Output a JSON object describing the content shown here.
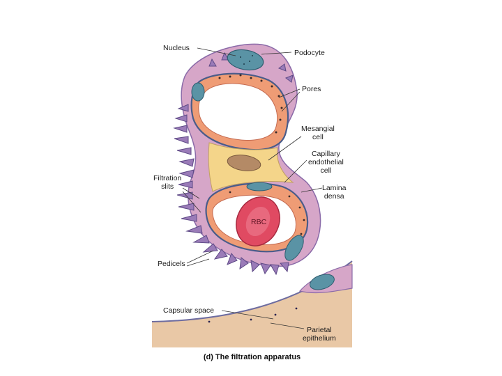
{
  "figure": {
    "caption": "(d) The filtration apparatus",
    "labels": {
      "nucleus": "Nucleus",
      "podocyte": "Podocyte",
      "pores": "Pores",
      "mesangial": "Mesangial\ncell",
      "capillary": "Capillary\nendothelial\ncell",
      "lamina": "Lamina\ndensa",
      "filtration": "Filtration\nslits",
      "rbc": "RBC",
      "pedicels": "Pedicels",
      "capsular": "Capsular space",
      "parietal": "Parietal\nepithelium"
    }
  },
  "colors": {
    "podocyte_pink": "#d6a6c8",
    "pedicel_purple": "#9a7bb8",
    "cytoplasm_orange": "#ef9c75",
    "mesangial_yellow": "#f4d58a",
    "nucleus_teal": "#5a93a5",
    "mesangial_nucleus": "#b48a66",
    "rbc_red": "#e04a62",
    "outer_tan": "#e9c8a6",
    "background": "#ffffff"
  }
}
